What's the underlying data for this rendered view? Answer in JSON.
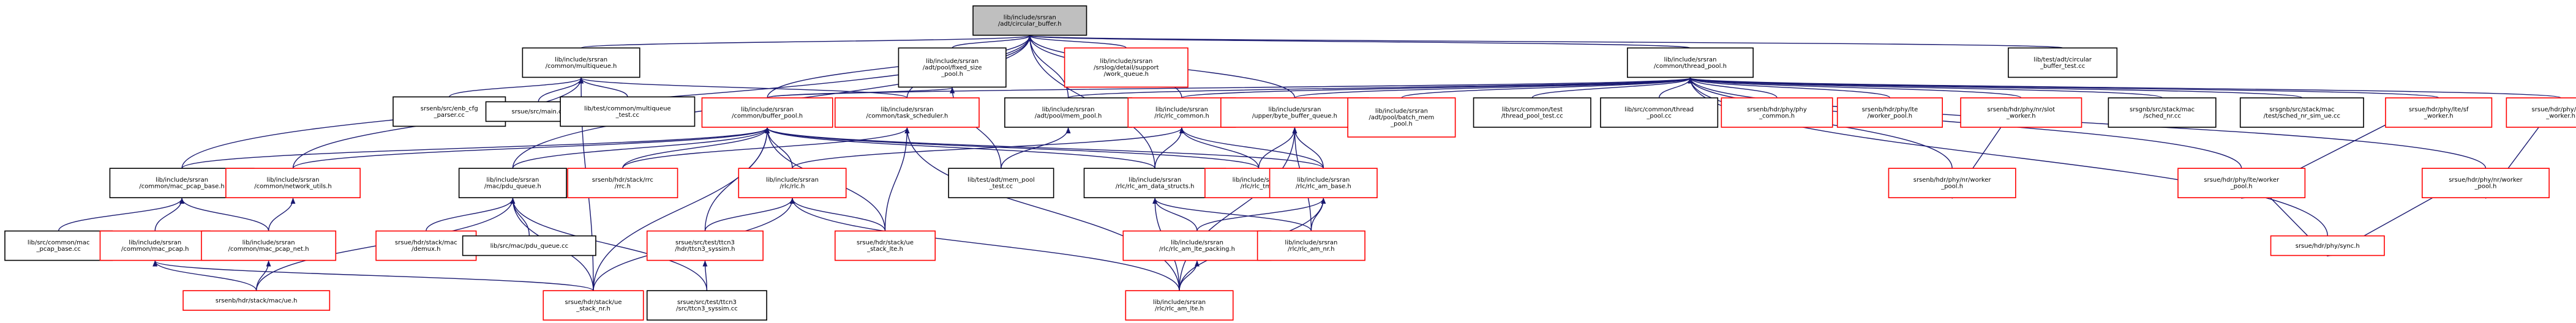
{
  "colors": {
    "edge": "#191970",
    "normal_border": "#000000",
    "missing_border": "#ff0000",
    "root_fill": "#bfbfbf",
    "node_fill": "#ffffff"
  },
  "nodes": [
    {
      "id": "circular_buffer",
      "lines": [
        "lib/include/srsran",
        "/adt/circular_buffer.h"
      ],
      "kind": "root"
    },
    {
      "id": "multiqueue",
      "lines": [
        "lib/include/srsran",
        "/common/multiqueue.h"
      ],
      "kind": "normal"
    },
    {
      "id": "fixed_size_pool",
      "lines": [
        "lib/include/srsran",
        "/adt/pool/fixed_size",
        "_pool.h"
      ],
      "kind": "normal"
    },
    {
      "id": "srslog_support",
      "lines": [
        "lib/include/srsran",
        "/srslog/detail/support",
        "/work_queue.h"
      ],
      "kind": "missing"
    },
    {
      "id": "thread_pool",
      "lines": [
        "lib/include/srsran",
        "/common/thread_pool.h"
      ],
      "kind": "normal"
    },
    {
      "id": "circular_buffer_test",
      "lines": [
        "lib/test/adt/circular",
        "_buffer_test.cc"
      ],
      "kind": "normal"
    },
    {
      "id": "enb_cfg_parser",
      "lines": [
        "srsenb/src/enb_cfg",
        "_parser.cc"
      ],
      "kind": "normal"
    },
    {
      "id": "srsue_main",
      "lines": [
        "srsue/src/main.cc"
      ],
      "kind": "normal"
    },
    {
      "id": "multiqueue_test",
      "lines": [
        "lib/test/common/multiqueue",
        "_test.cc"
      ],
      "kind": "normal"
    },
    {
      "id": "buffer_pool",
      "lines": [
        "lib/include/srsran",
        "/common/buffer_pool.h"
      ],
      "kind": "missing"
    },
    {
      "id": "task_scheduler",
      "lines": [
        "lib/include/srsran",
        "/common/task_scheduler.h"
      ],
      "kind": "missing"
    },
    {
      "id": "mem_pool",
      "lines": [
        "lib/include/srsran",
        "/adt/pool/mem_pool.h"
      ],
      "kind": "normal"
    },
    {
      "id": "rlc_common",
      "lines": [
        "lib/include/srsran",
        "/rlc/rlc_common.h"
      ],
      "kind": "missing"
    },
    {
      "id": "byte_buffer_queue",
      "lines": [
        "lib/include/srsran",
        "/upper/byte_buffer_queue.h"
      ],
      "kind": "missing"
    },
    {
      "id": "batch_mem_pool",
      "lines": [
        "lib/include/srsran",
        "/adt/pool/batch_mem",
        "_pool.h"
      ],
      "kind": "missing"
    },
    {
      "id": "thread_pool_test",
      "lines": [
        "lib/src/common/test",
        "/thread_pool_test.cc"
      ],
      "kind": "normal"
    },
    {
      "id": "thread_pool_cc",
      "lines": [
        "lib/src/common/thread",
        "_pool.cc"
      ],
      "kind": "normal"
    },
    {
      "id": "phy_common",
      "lines": [
        "srsenb/hdr/phy/phy",
        "_common.h"
      ],
      "kind": "missing"
    },
    {
      "id": "lte_worker_pool",
      "lines": [
        "srsenb/hdr/phy/lte",
        "/worker_pool.h"
      ],
      "kind": "missing"
    },
    {
      "id": "nr_slot_worker",
      "lines": [
        "srsenb/hdr/phy/nr/slot",
        "_worker.h"
      ],
      "kind": "missing"
    },
    {
      "id": "sched_nr",
      "lines": [
        "srsgnb/src/stack/mac",
        "/sched_nr.cc"
      ],
      "kind": "normal"
    },
    {
      "id": "sched_nr_sim_ue",
      "lines": [
        "srsgnb/src/stack/mac",
        "/test/sched_nr_sim_ue.cc"
      ],
      "kind": "normal"
    },
    {
      "id": "ue_lte_sf_worker",
      "lines": [
        "srsue/hdr/phy/lte/sf",
        "_worker.h"
      ],
      "kind": "missing"
    },
    {
      "id": "ue_nr_sf_worker",
      "lines": [
        "srsue/hdr/phy/nr/sf",
        "_worker.h"
      ],
      "kind": "missing"
    },
    {
      "id": "mac_pcap_base",
      "lines": [
        "lib/include/srsran",
        "/common/mac_pcap_base.h"
      ],
      "kind": "normal"
    },
    {
      "id": "network_utils",
      "lines": [
        "lib/include/srsran",
        "/common/network_utils.h"
      ],
      "kind": "missing"
    },
    {
      "id": "enb_rrc",
      "lines": [
        "srsenb/hdr/stack/rrc",
        "/rrc.h"
      ],
      "kind": "missing"
    },
    {
      "id": "mac_pdu_queue",
      "lines": [
        "lib/include/srsran",
        "/mac/pdu_queue.h"
      ],
      "kind": "normal"
    },
    {
      "id": "rlc_h",
      "lines": [
        "lib/include/srsran",
        "/rlc/rlc.h"
      ],
      "kind": "missing"
    },
    {
      "id": "mem_pool_test",
      "lines": [
        "lib/test/adt/mem_pool",
        "_test.cc"
      ],
      "kind": "normal"
    },
    {
      "id": "rlc_data_structs",
      "lines": [
        "lib/include/srsran",
        "/rlc/rlc_am_data_structs.h"
      ],
      "kind": "normal"
    },
    {
      "id": "rlc_tm",
      "lines": [
        "lib/include/srsran",
        "/rlc/rlc_tm.h"
      ],
      "kind": "missing"
    },
    {
      "id": "rlc_am_base",
      "lines": [
        "lib/include/srsran",
        "/rlc/rlc_am_base.h"
      ],
      "kind": "missing"
    },
    {
      "id": "enb_lte_worker_pool_nr",
      "lines": [
        "srsenb/hdr/phy/nr/worker",
        "_pool.h"
      ],
      "kind": "missing"
    },
    {
      "id": "ue_lte_worker_pool",
      "lines": [
        "srsue/hdr/phy/lte/worker",
        "_pool.h"
      ],
      "kind": "missing"
    },
    {
      "id": "ue_nr_worker_pool",
      "lines": [
        "srsue/hdr/phy/nr/worker",
        "_pool.h"
      ],
      "kind": "missing"
    },
    {
      "id": "pcap_base_cc",
      "lines": [
        "lib/src/common/mac",
        "_pcap_base.cc"
      ],
      "kind": "normal"
    },
    {
      "id": "mac_pcap",
      "lines": [
        "lib/include/srsran",
        "/common/mac_pcap.h"
      ],
      "kind": "missing"
    },
    {
      "id": "mac_pcap_net",
      "lines": [
        "lib/include/srsran",
        "/common/mac_pcap_net.h"
      ],
      "kind": "missing"
    },
    {
      "id": "ue_demux",
      "lines": [
        "srsue/hdr/stack/mac",
        "/demux.h"
      ],
      "kind": "missing"
    },
    {
      "id": "pdu_queue_cc",
      "lines": [
        "lib/src/mac/pdu_queue.cc"
      ],
      "kind": "normal"
    },
    {
      "id": "ttcn3_syssim_h",
      "lines": [
        "srsue/src/test/ttcn3",
        "/hdr/ttcn3_syssim.h"
      ],
      "kind": "missing"
    },
    {
      "id": "ue_stack_lte",
      "lines": [
        "srsue/hdr/stack/ue",
        "_stack_lte.h"
      ],
      "kind": "missing"
    },
    {
      "id": "rlc_am_lte_packing",
      "lines": [
        "lib/include/srsran",
        "/rlc/rlc_am_lte_packing.h"
      ],
      "kind": "missing"
    },
    {
      "id": "rlc_am_nr",
      "lines": [
        "lib/include/srsran",
        "/rlc/rlc_am_nr.h"
      ],
      "kind": "missing"
    },
    {
      "id": "ue_sync",
      "lines": [
        "srsue/hdr/phy/sync.h"
      ],
      "kind": "missing"
    },
    {
      "id": "mac_ue",
      "lines": [
        "srsenb/hdr/stack/mac/ue.h"
      ],
      "kind": "missing"
    },
    {
      "id": "ue_stack_nr",
      "lines": [
        "srsue/hdr/stack/ue",
        "_stack_nr.h"
      ],
      "kind": "missing"
    },
    {
      "id": "ttcn3_syssim_cc",
      "lines": [
        "srsue/src/test/ttcn3",
        "/src/ttcn3_syssim.cc"
      ],
      "kind": "normal"
    },
    {
      "id": "rlc_am_lte",
      "lines": [
        "lib/include/srsran",
        "/rlc/rlc_am_lte.h"
      ],
      "kind": "missing"
    }
  ],
  "edges": [
    [
      "multiqueue",
      "circular_buffer"
    ],
    [
      "fixed_size_pool",
      "circular_buffer"
    ],
    [
      "srslog_support",
      "circular_buffer"
    ],
    [
      "thread_pool",
      "circular_buffer"
    ],
    [
      "circular_buffer_test",
      "circular_buffer"
    ],
    [
      "mac_pcap_base",
      "circular_buffer"
    ],
    [
      "mac_pdu_queue",
      "circular_buffer"
    ],
    [
      "rlc_common",
      "circular_buffer"
    ],
    [
      "byte_buffer_queue",
      "circular_buffer"
    ],
    [
      "mem_pool",
      "circular_buffer"
    ],
    [
      "rlc_data_structs",
      "circular_buffer"
    ],
    [
      "buffer_pool",
      "circular_buffer"
    ],
    [
      "task_scheduler",
      "circular_buffer"
    ],
    [
      "enb_cfg_parser",
      "multiqueue"
    ],
    [
      "srsue_main",
      "multiqueue"
    ],
    [
      "multiqueue_test",
      "multiqueue"
    ],
    [
      "task_scheduler",
      "multiqueue"
    ],
    [
      "network_utils",
      "multiqueue"
    ],
    [
      "ue_stack_nr",
      "multiqueue"
    ],
    [
      "buffer_pool",
      "fixed_size_pool"
    ],
    [
      "mem_pool_test",
      "fixed_size_pool"
    ],
    [
      "mem_pool",
      "thread_pool"
    ],
    [
      "batch_mem_pool",
      "thread_pool"
    ],
    [
      "thread_pool_test",
      "thread_pool"
    ],
    [
      "thread_pool_cc",
      "thread_pool"
    ],
    [
      "phy_common",
      "thread_pool"
    ],
    [
      "lte_worker_pool",
      "thread_pool"
    ],
    [
      "nr_slot_worker",
      "thread_pool"
    ],
    [
      "sched_nr",
      "thread_pool"
    ],
    [
      "sched_nr_sim_ue",
      "thread_pool"
    ],
    [
      "ue_lte_sf_worker",
      "thread_pool"
    ],
    [
      "ue_nr_sf_worker",
      "thread_pool"
    ],
    [
      "enb_lte_worker_pool_nr",
      "thread_pool"
    ],
    [
      "ue_lte_worker_pool",
      "thread_pool"
    ],
    [
      "ue_nr_worker_pool",
      "thread_pool"
    ],
    [
      "ue_sync",
      "thread_pool"
    ],
    [
      "buffer_pool",
      "thread_pool"
    ],
    [
      "rlc_common",
      "thread_pool"
    ],
    [
      "byte_buffer_queue",
      "thread_pool"
    ],
    [
      "mac_pcap_base",
      "buffer_pool"
    ],
    [
      "network_utils",
      "buffer_pool"
    ],
    [
      "enb_rrc",
      "buffer_pool"
    ],
    [
      "mac_pdu_queue",
      "buffer_pool"
    ],
    [
      "rlc_h",
      "buffer_pool"
    ],
    [
      "rlc_data_structs",
      "buffer_pool"
    ],
    [
      "rlc_am_base",
      "buffer_pool"
    ],
    [
      "ttcn3_syssim_h",
      "buffer_pool"
    ],
    [
      "ue_stack_lte",
      "buffer_pool"
    ],
    [
      "ue_stack_nr",
      "buffer_pool"
    ],
    [
      "rlc_tm",
      "buffer_pool"
    ],
    [
      "enb_rrc",
      "task_scheduler"
    ],
    [
      "ue_stack_lte",
      "task_scheduler"
    ],
    [
      "rlc_am_lte",
      "task_scheduler"
    ],
    [
      "mem_pool_test",
      "mem_pool"
    ],
    [
      "rlc_h",
      "rlc_common"
    ],
    [
      "rlc_tm",
      "rlc_common"
    ],
    [
      "rlc_am_base",
      "rlc_common"
    ],
    [
      "rlc_data_structs",
      "rlc_common"
    ],
    [
      "rlc_tm",
      "byte_buffer_queue"
    ],
    [
      "rlc_am_base",
      "byte_buffer_queue"
    ],
    [
      "rlc_am_nr",
      "byte_buffer_queue"
    ],
    [
      "rlc_am_lte",
      "byte_buffer_queue"
    ],
    [
      "nr_slot_worker",
      "enb_lte_worker_pool_nr"
    ],
    [
      "ue_lte_sf_worker",
      "ue_lte_worker_pool"
    ],
    [
      "ue_nr_sf_worker",
      "ue_nr_worker_pool"
    ],
    [
      "ue_lte_worker_pool",
      "ue_sync"
    ],
    [
      "ue_nr_worker_pool",
      "ue_sync"
    ],
    [
      "pcap_base_cc",
      "mac_pcap_base"
    ],
    [
      "mac_pcap",
      "mac_pcap_base"
    ],
    [
      "mac_pcap_net",
      "mac_pcap_base"
    ],
    [
      "mac_pcap_net",
      "network_utils"
    ],
    [
      "ue_demux",
      "mac_pdu_queue"
    ],
    [
      "pdu_queue_cc",
      "mac_pdu_queue"
    ],
    [
      "ue_stack_nr",
      "mac_pdu_queue"
    ],
    [
      "mac_ue",
      "mac_pdu_queue"
    ],
    [
      "ttcn3_syssim_cc",
      "mac_pdu_queue"
    ],
    [
      "ttcn3_syssim_h",
      "rlc_h"
    ],
    [
      "ue_stack_lte",
      "rlc_h"
    ],
    [
      "ue_stack_nr",
      "rlc_h"
    ],
    [
      "rlc_am_lte",
      "rlc_h"
    ],
    [
      "ttcn3_syssim_cc",
      "ttcn3_syssim_h"
    ],
    [
      "rlc_am_lte_packing",
      "rlc_data_structs"
    ],
    [
      "rlc_am_nr",
      "rlc_data_structs"
    ],
    [
      "rlc_am_lte",
      "rlc_data_structs"
    ],
    [
      "rlc_am_lte_packing",
      "rlc_am_base"
    ],
    [
      "rlc_am_nr",
      "rlc_am_base"
    ],
    [
      "rlc_am_lte",
      "rlc_am_base"
    ],
    [
      "rlc_am_lte",
      "rlc_am_lte_packing"
    ],
    [
      "mac_ue",
      "mac_pcap"
    ],
    [
      "ue_stack_nr",
      "mac_pcap"
    ],
    [
      "mac_ue",
      "mac_pcap_net"
    ]
  ]
}
